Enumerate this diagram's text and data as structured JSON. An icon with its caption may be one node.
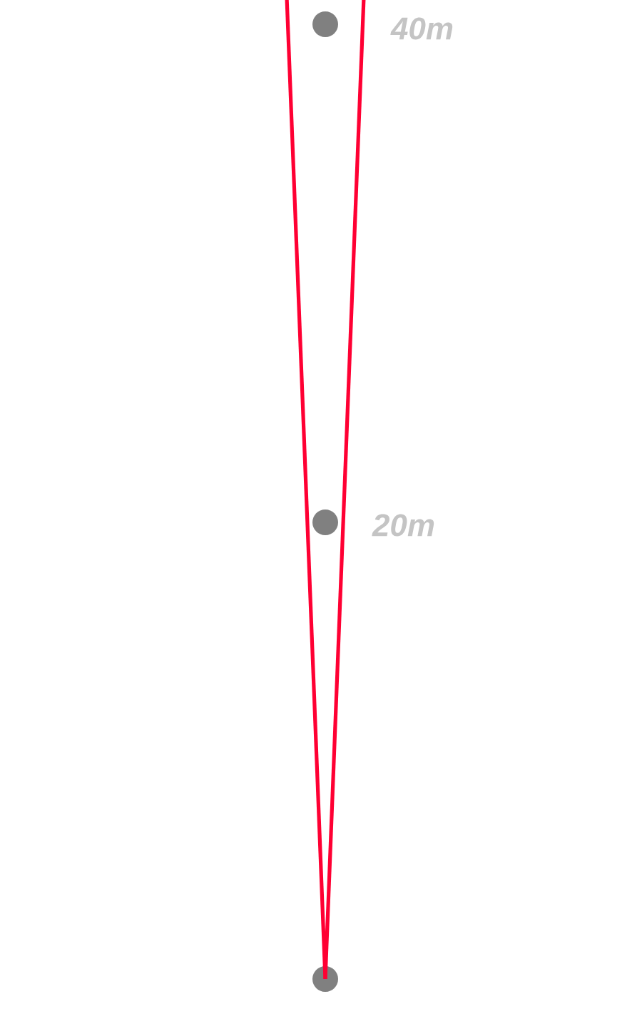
{
  "diagram": {
    "nodes": [
      {
        "text": [],
        "shape": "circle",
        "beside": [
          "40m"
        ]
      },
      {
        "text": [],
        "shape": "circle",
        "beside": [
          "20m"
        ]
      },
      {
        "text": [],
        "shape": "circle"
      }
    ],
    "edges": [
      {
        "from": 2,
        "to": null,
        "arrow": "none",
        "color": "#ff0033"
      },
      {
        "from": 2,
        "to": null,
        "arrow": "none",
        "color": "#ff0033"
      }
    ]
  }
}
